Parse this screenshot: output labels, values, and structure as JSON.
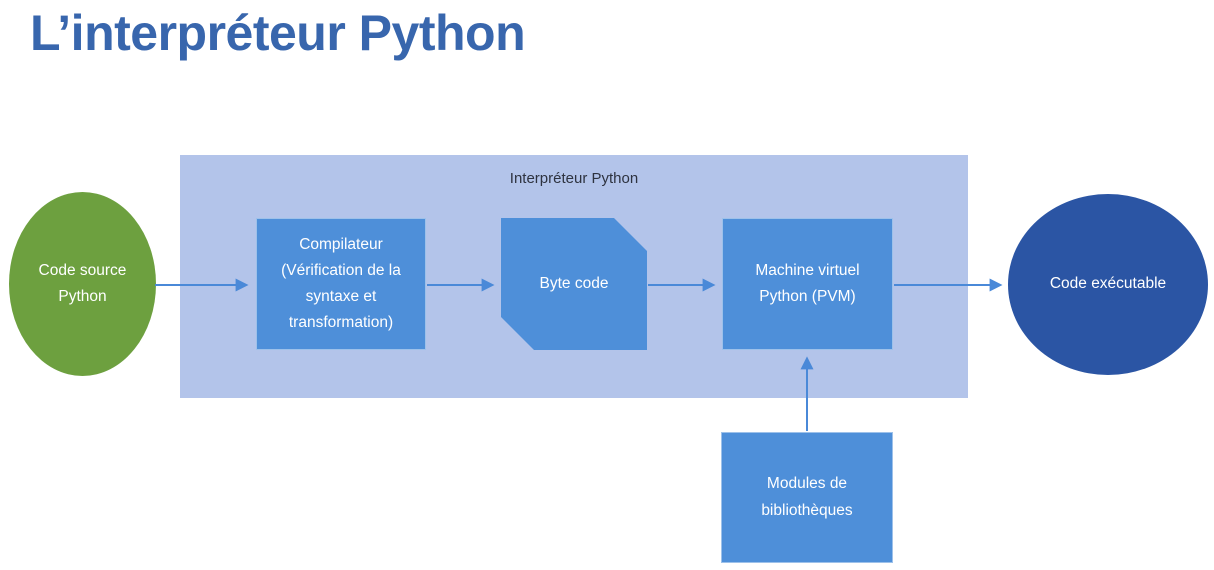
{
  "page": {
    "title": "L’interpréteur Python"
  },
  "colors": {
    "title": "#3866ad",
    "container_bg": "#b3c4ea",
    "node_blue": "#4e8fd9",
    "node_green": "#6da03f",
    "node_dark_blue": "#2b55a4",
    "arrow": "#4a89d8",
    "container_label_text": "#2e3340",
    "node_text": "#ffffff"
  },
  "diagram": {
    "container": {
      "label": "Interpréteur Python"
    },
    "nodes": {
      "code_source": {
        "label": "Code source\nPython",
        "shape": "ellipse"
      },
      "compilateur": {
        "label": "Compilateur\n(Vérification de la\nsyntaxe et\ntransformation)",
        "shape": "rectangle"
      },
      "byte_code": {
        "label": "Byte code",
        "shape": "snip-corner-rectangle"
      },
      "pvm": {
        "label": "Machine virtuel\nPython (PVM)",
        "shape": "rectangle"
      },
      "code_executable": {
        "label": "Code exécutable",
        "shape": "ellipse"
      },
      "modules": {
        "label": "Modules de\nbibliothèques",
        "shape": "rectangle"
      }
    },
    "arrows": [
      {
        "from": "code_source",
        "to": "compilateur"
      },
      {
        "from": "compilateur",
        "to": "byte_code"
      },
      {
        "from": "byte_code",
        "to": "pvm"
      },
      {
        "from": "pvm",
        "to": "code_executable"
      },
      {
        "from": "modules",
        "to": "pvm"
      }
    ]
  }
}
